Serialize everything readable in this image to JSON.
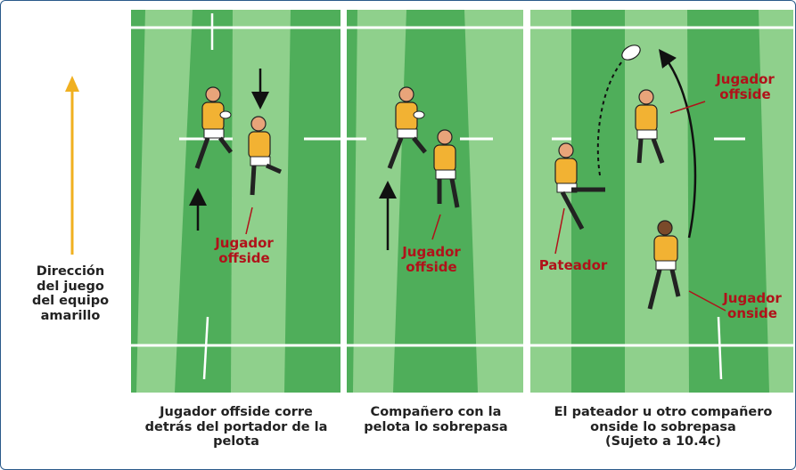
{
  "direction_label": [
    "Dirección",
    "del juego",
    "del equipo",
    "amarillo"
  ],
  "panels": [
    {
      "caption": [
        "Jugador offside corre",
        "detrás del portador de la",
        "pelota"
      ],
      "labels": [
        {
          "lines": [
            "Jugador",
            "offside"
          ]
        }
      ]
    },
    {
      "caption": [
        "Compañero con la",
        "pelota lo sobrepasa"
      ],
      "labels": [
        {
          "lines": [
            "Jugador",
            "offside"
          ]
        }
      ]
    },
    {
      "caption": [
        "El pateador u otro compañero",
        "onside lo sobrepasa",
        "(Sujeto a 10.4c)"
      ],
      "labels": [
        {
          "lines": [
            "Jugador",
            "offside"
          ]
        },
        {
          "lines": [
            "Pateador"
          ]
        },
        {
          "lines": [
            "Jugador",
            "onside"
          ]
        }
      ]
    }
  ],
  "colors": {
    "pitch_dark": "#4fae5a",
    "pitch_light": "#8fd08c",
    "jersey": "#f2b233",
    "label_red": "#b0121a",
    "direction_arrow": "#f0b020",
    "border": "#2a5a8a"
  }
}
